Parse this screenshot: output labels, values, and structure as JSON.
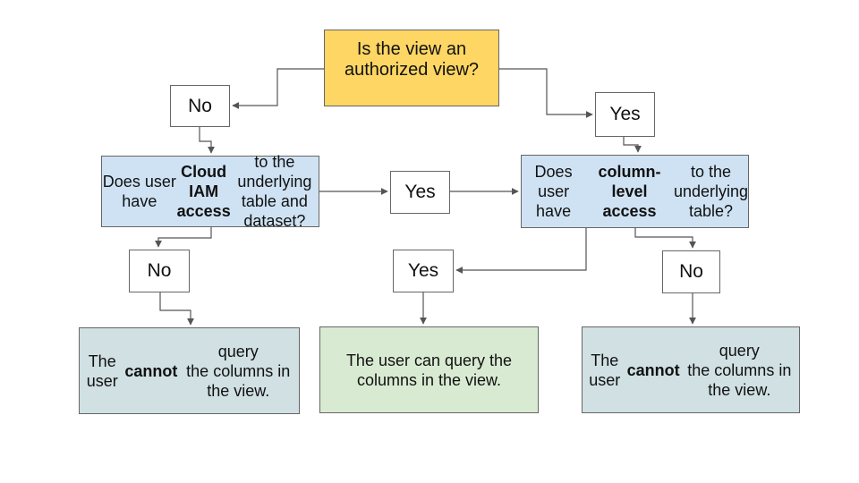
{
  "colors": {
    "decision_fill": "#FDD663",
    "question_fill": "#CFE2F3",
    "deny_fill": "#D0E0E3",
    "allow_fill": "#D9EAD3",
    "branch_fill": "#FFFFFF",
    "box_border": "#666666",
    "connector": "#555555",
    "text": "#111111",
    "background": "#FFFFFF"
  },
  "nodes": {
    "root_question": {
      "label": "Is the view an\nauthorized view?"
    },
    "branch_no_top": {
      "label": "No"
    },
    "branch_yes_top": {
      "label": "Yes"
    },
    "iam_question": {
      "label": "Does user have **Cloud IAM\naccess** to the underlying\ntable and dataset?"
    },
    "branch_yes_mid": {
      "label": "Yes"
    },
    "column_question": {
      "label": "Does user have\n**column-level access** to the\nunderlying table?"
    },
    "branch_no_left": {
      "label": "No"
    },
    "branch_yes_bottom": {
      "label": "Yes"
    },
    "branch_no_right": {
      "label": "No"
    },
    "outcome_cannot_left": {
      "label": "The user **cannot** query\nthe columns in the view."
    },
    "outcome_can": {
      "label": "The user can query the\ncolumns in the view."
    },
    "outcome_cannot_right": {
      "label": "The user **cannot** query\nthe columns in the view."
    }
  }
}
